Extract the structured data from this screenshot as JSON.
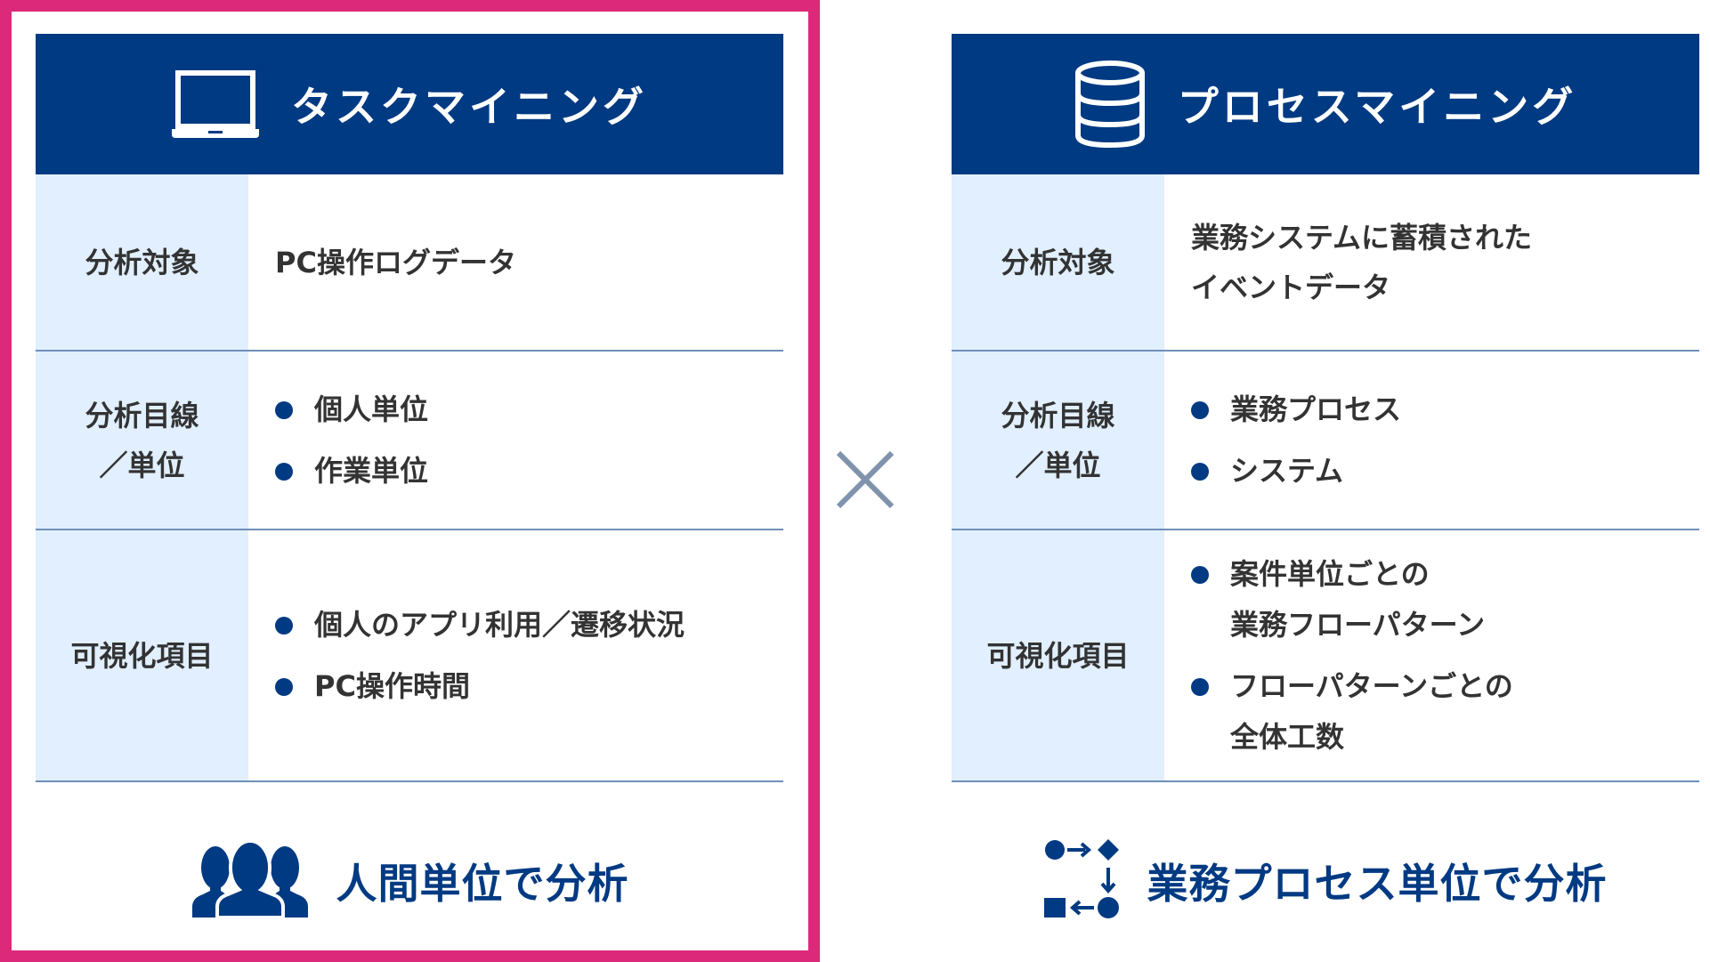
{
  "colors": {
    "highlight_border": "#dc2979",
    "navy": "#003a82",
    "label_bg": "#e1efff",
    "divider": "#6f8fba",
    "times_mark": "#8093ad",
    "text": "#333333"
  },
  "left_panel": {
    "icon": "laptop-icon",
    "title": "タスクマイニング",
    "rows": [
      {
        "label_lines": [
          "分析対象"
        ],
        "text_lines": [
          "PC操作ログデータ"
        ]
      },
      {
        "label_lines": [
          "分析目線",
          "／単位"
        ],
        "bullets": [
          [
            "個人単位"
          ],
          [
            "作業単位"
          ]
        ]
      },
      {
        "label_lines": [
          "可視化項目"
        ],
        "bullets": [
          [
            "個人のアプリ利用／遷移状況"
          ],
          [
            "PC操作時間"
          ]
        ]
      }
    ],
    "footer": {
      "icon": "people-group-icon",
      "text": "人間単位で分析"
    }
  },
  "connector": {
    "symbol": "×",
    "icon": "times-icon"
  },
  "right_panel": {
    "icon": "database-icon",
    "title": "プロセスマイニング",
    "rows": [
      {
        "label_lines": [
          "分析対象"
        ],
        "text_lines": [
          "業務システムに蓄積された",
          "イベントデータ"
        ]
      },
      {
        "label_lines": [
          "分析目線",
          "／単位"
        ],
        "bullets": [
          [
            "業務プロセス"
          ],
          [
            "システム"
          ]
        ]
      },
      {
        "label_lines": [
          "可視化項目"
        ],
        "bullets": [
          [
            "案件単位ごとの",
            "業務フローパターン"
          ],
          [
            "フローパターンごとの",
            "全体工数"
          ]
        ]
      }
    ],
    "footer": {
      "icon": "process-flow-icon",
      "text": "業務プロセス単位で分析"
    }
  }
}
